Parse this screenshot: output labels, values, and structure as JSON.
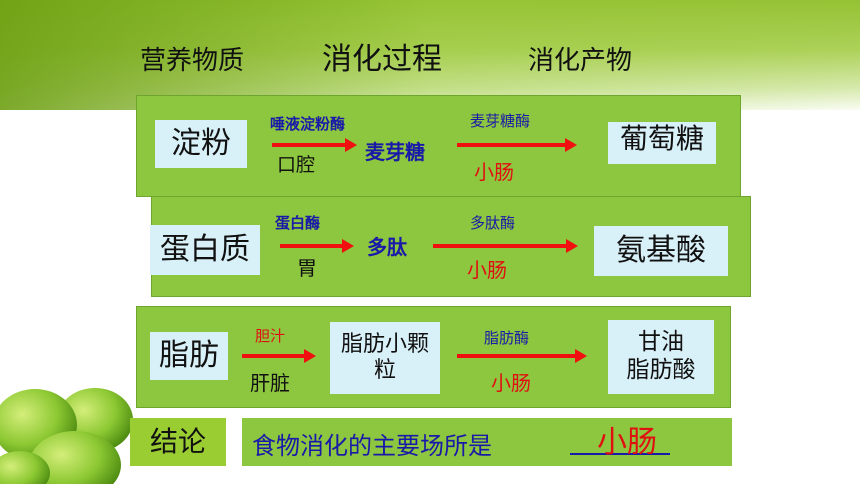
{
  "header": {
    "col1": "营养物质",
    "col2": "消化过程",
    "col3": "消化产物"
  },
  "rows": [
    {
      "nutrient": "淀粉",
      "enzyme1": "唾液淀粉酶",
      "place1": "口腔",
      "intermediate": "麦芽糖",
      "enzyme2": "麦芽糖酶",
      "place2": "小肠",
      "product": "葡萄糖"
    },
    {
      "nutrient": "蛋白质",
      "enzyme1": "蛋白酶",
      "place1": "胃",
      "intermediate": "多肽",
      "enzyme2": "多肽酶",
      "place2": "小肠",
      "product": "氨基酸"
    },
    {
      "nutrient": "脂肪",
      "enzyme1": "胆汁",
      "place1": "肝脏",
      "intermediate": "脂肪小颗粒",
      "enzyme2": "脂肪酶",
      "place2": "小肠",
      "product_line1": "甘油",
      "product_line2": "脂肪酸"
    }
  ],
  "conclusion": {
    "label": "结论",
    "text": "食物消化的主要场所是",
    "answer": "小肠"
  },
  "colors": {
    "row_green": "#8dc63f",
    "box_fill": "#d8f0f7",
    "arrow_red": "#f01010",
    "enzyme_blue": "#1a1aa8"
  }
}
